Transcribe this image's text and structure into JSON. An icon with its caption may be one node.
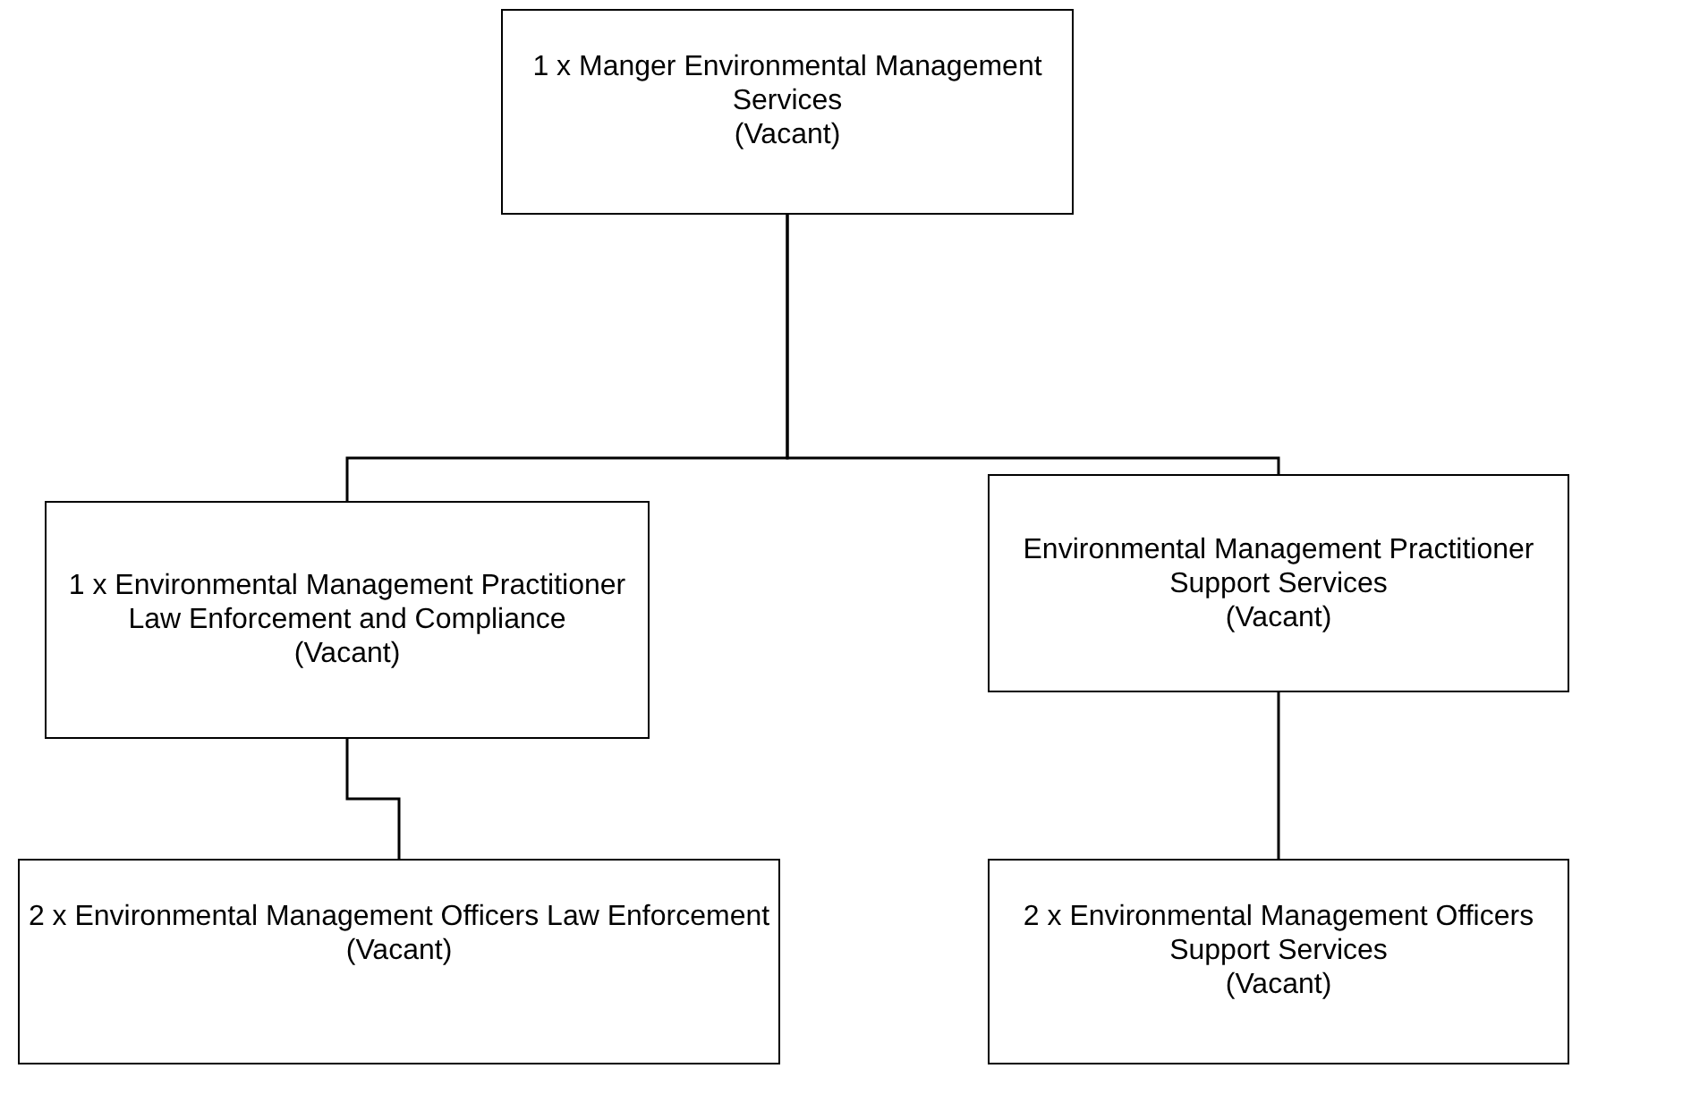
{
  "diagram": {
    "nodes": [
      {
        "text": [
          "1 x Manger Environmental Management Services",
          "(Vacant)"
        ]
      },
      {
        "text": [
          "1 x Environmental Management Practitioner Law Enforcement and Compliance",
          "(Vacant)"
        ]
      },
      {
        "text": [
          "Environmental Management Practitioner Support Services",
          "(Vacant)"
        ]
      },
      {
        "text": [
          "2 x Environmental Management Officers Law Enforcement",
          "(Vacant)"
        ]
      },
      {
        "text": [
          "2 x Environmental Management Officers Support Services",
          "(Vacant)"
        ]
      }
    ],
    "edges": [
      {
        "from": 0,
        "to": 1,
        "arrow": "none"
      },
      {
        "from": 0,
        "to": 2,
        "arrow": "none"
      },
      {
        "from": 1,
        "to": 3,
        "arrow": "none"
      },
      {
        "from": 2,
        "to": 4,
        "arrow": "none"
      }
    ]
  }
}
